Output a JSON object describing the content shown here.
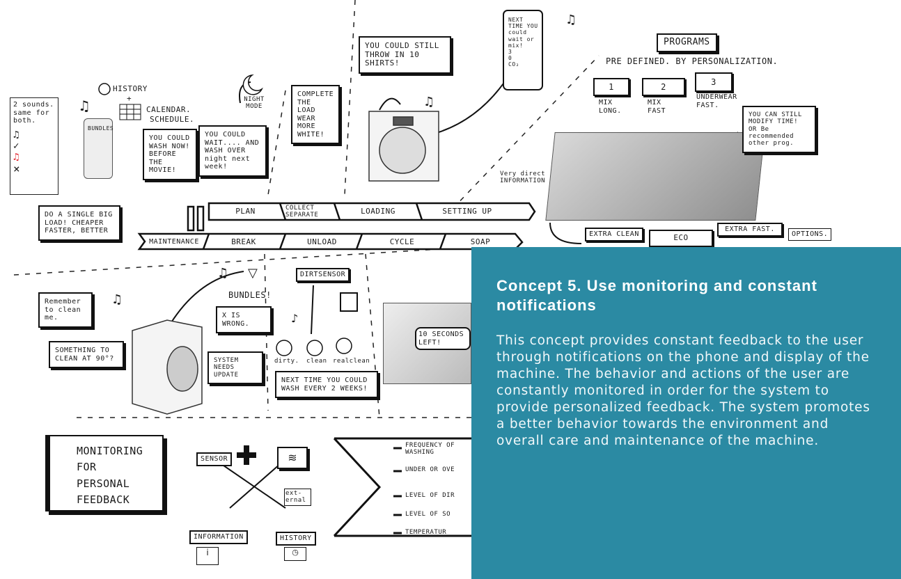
{
  "sounds_box": {
    "line1": "2 sounds.",
    "line2": "same for",
    "line3": "both.",
    "check": "✓",
    "cross": "×"
  },
  "history": {
    "label": "HISTORY",
    "plus": "+",
    "calendar": "CALENDAR.",
    "schedule": "SCHEDULE."
  },
  "phone_app_label": "BUNDLES",
  "night_mode": "NIGHT MODE",
  "bubbles": {
    "wash_now": "YOU COULD WASH NOW! BEFORE THE MOVIE!",
    "wait": "YOU COULD WAIT.... AND WASH OVER night next week!",
    "complete_load": "COMPLETE THE LOAD WEAR MORE WHITE!",
    "ten_shirts": "YOU COULD STILL THROW IN 10 SHIRTS!",
    "single_load": "DO A SINGLE BIG LOAD! CHEAPER FASTER, BETTER",
    "remember": "Remember to clean me.",
    "clean_90": "SOMETHING TO CLEAN AT 90°?",
    "bundles": "BUNDLES!",
    "x_wrong": "X IS WRONG.",
    "system_update": "SYSTEM NEEDS UPDATE",
    "next_time": "NEXT TIME YOU COULD WASH EVERY 2 WEEKS!",
    "ten_seconds": "10 SECONDS LEFT!",
    "modify": "YOU CAN STILL MODIFY TIME! OR Be recommended other prog."
  },
  "phone_screen": "NEXT TIME YOU could wait or mix!",
  "phone_lines": [
    "3",
    "0",
    "CO₂"
  ],
  "programs": {
    "title": "PROGRAMS",
    "subtitle": "PRE DEFINED. BY PERSONALIZATION.",
    "items": [
      {
        "num": "1",
        "label": "MIX LONG."
      },
      {
        "num": "2",
        "label": "MIX FAST"
      },
      {
        "num": "3",
        "label": "UNDERWEAR FAST."
      }
    ]
  },
  "direct_info": "Very direct INFORMATION",
  "options": {
    "items": [
      "EXTRA CLEAN",
      "ECO",
      "EXTRA FAST."
    ],
    "label": "OPTIONS."
  },
  "timeline_top": [
    "PLAN",
    "COLLECT SEPARATE",
    "LOADING",
    "SETTING UP"
  ],
  "timeline_bottom": [
    "MAINTENANCE",
    "BREAK",
    "UNLOAD",
    "CYCLE",
    "SOAP"
  ],
  "dirt_sensor": {
    "title": "DIRTSENSOR",
    "states": [
      "dirty.",
      "clean",
      "realclean"
    ]
  },
  "monitoring": {
    "title": "MONITORING FOR PERSONAL FEEDBACK",
    "sensor": "SENSOR",
    "external": "ext-ernal",
    "information": "INFORMATION",
    "history": "HISTORY",
    "list": [
      "FREQUENCY OF WASHING",
      "UNDER OR OVE",
      "LEVEL OF DIR",
      "LEVEL OF SO",
      "TEMPERATUR"
    ]
  },
  "concept": {
    "title": "Concept 5. Use monitoring and constant notifications",
    "body": "This concept provides constant feedback to the user through notifications on the phone and display of the machine. The behavior and actions of the user are constantly monitored in order for the system to provide personalized feedback. The system promotes a better behavior towards the environment and overall care and maintenance of the machine."
  },
  "colors": {
    "panel": "#2b8aa3",
    "ink": "#111111",
    "accent": "#e0202a"
  }
}
